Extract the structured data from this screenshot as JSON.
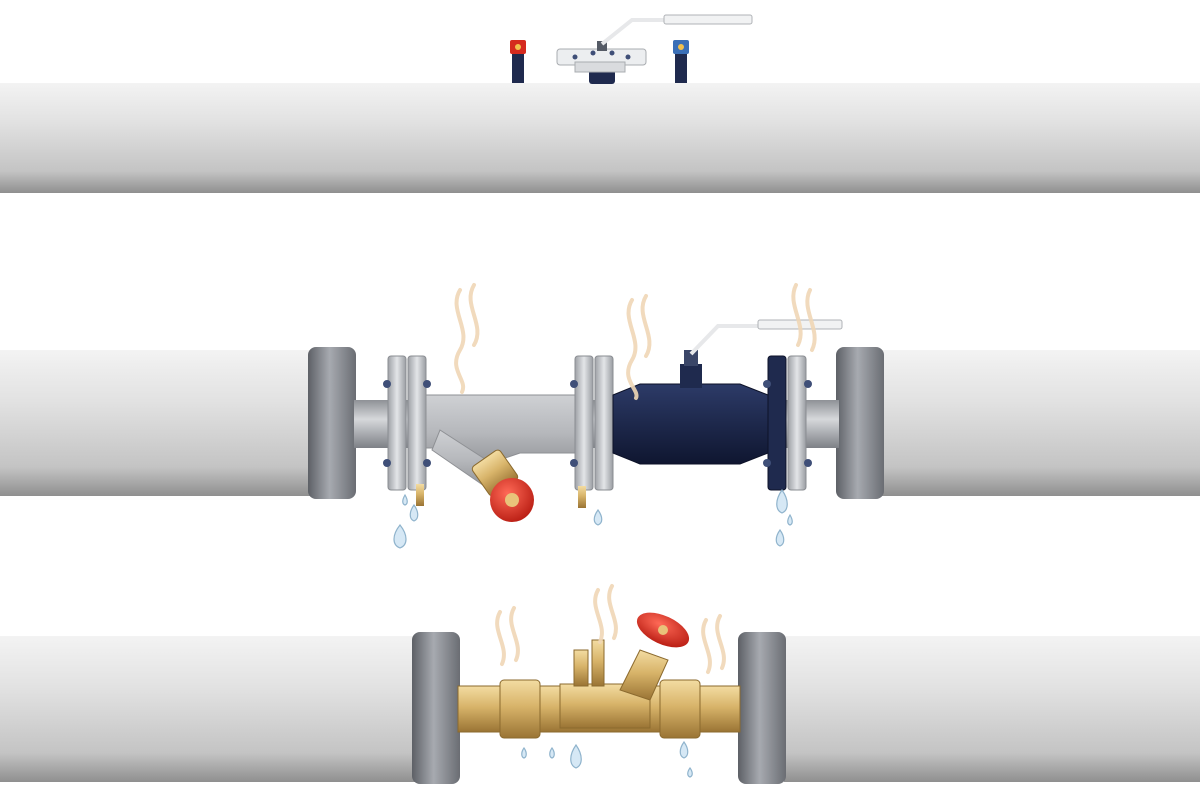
{
  "title": "",
  "colors": {
    "background": "#ffffff",
    "insulation": "#dcdcdc",
    "cap_steel": "#8a8d93",
    "pipe_steel": "#b9bcc1",
    "flange": "#c7cacf",
    "bolt": "#3f4f78",
    "ball_valve_body": "#1f2a4e",
    "strainer_body": "#b6b8bc",
    "brass": "#d8b46a",
    "handwheel": "#d52a1e",
    "heat_wisp": "#f0d7b6",
    "water_drop": "#cde3f2"
  },
  "pipelines": [
    {
      "name": "pipeline-insulated-full",
      "valves": [
        "ball-valve",
        "test-point-red",
        "test-point-blue"
      ]
    },
    {
      "name": "pipeline-uninsulated-steel-valves",
      "valves": [
        "y-strainer",
        "ball-valve"
      ]
    },
    {
      "name": "pipeline-uninsulated-brass-valve",
      "valves": [
        "balancing-valve"
      ]
    }
  ]
}
